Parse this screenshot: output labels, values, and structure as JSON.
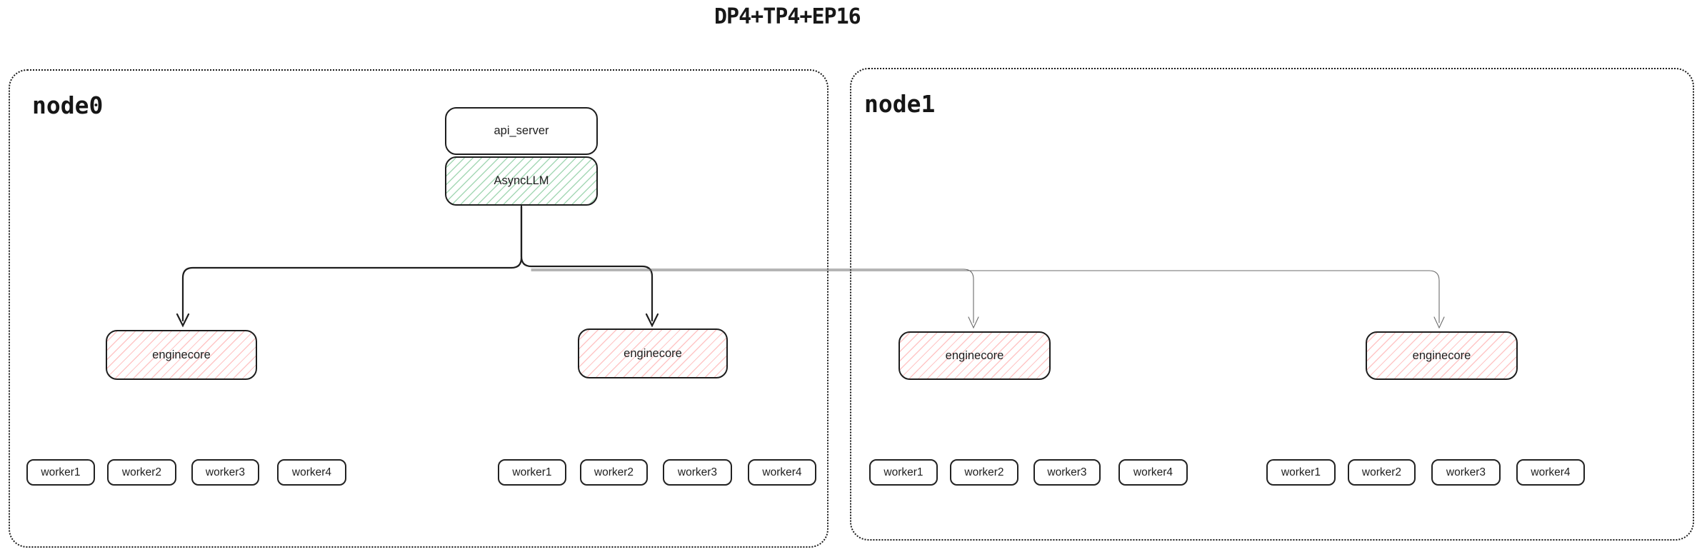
{
  "title": "DP4+TP4+EP16",
  "colors": {
    "ink": "#1e1e1e",
    "async_llm_hatch": "#4db26e",
    "enginecore_hatch": "#ff8080",
    "thin_edge": "#6b6b6b"
  },
  "node0": {
    "label": "node0"
  },
  "node1": {
    "label": "node1"
  },
  "api_server": {
    "label": "api_server"
  },
  "async_llm": {
    "label": "AsyncLLM"
  },
  "enginecores": [
    {
      "label": "enginecore"
    },
    {
      "label": "enginecore"
    },
    {
      "label": "enginecore"
    },
    {
      "label": "enginecore"
    }
  ],
  "worker_groups": [
    {
      "workers": [
        "worker1",
        "worker2",
        "worker3",
        "worker4"
      ]
    },
    {
      "workers": [
        "worker1",
        "worker2",
        "worker3",
        "worker4"
      ]
    },
    {
      "workers": [
        "worker1",
        "worker2",
        "worker3",
        "worker4"
      ]
    },
    {
      "workers": [
        "worker1",
        "worker2",
        "worker3",
        "worker4"
      ]
    }
  ]
}
